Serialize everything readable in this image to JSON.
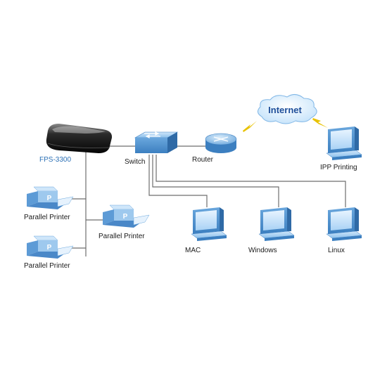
{
  "diagram": {
    "nodes": {
      "print_server": {
        "label": "FPS-3300"
      },
      "switch": {
        "label": "Switch"
      },
      "router": {
        "label": "Router"
      },
      "internet": {
        "label": "Internet"
      },
      "ipp_printing": {
        "label": "IPP Printing"
      },
      "printer_top": {
        "label": "Parallel Printer"
      },
      "printer_middle": {
        "label": "Parallel Printer"
      },
      "printer_bottom": {
        "label": "Parallel Printer"
      },
      "mac": {
        "label": "MAC"
      },
      "windows": {
        "label": "Windows"
      },
      "linux": {
        "label": "Linux"
      }
    },
    "printer_glyph": "P",
    "colors": {
      "device_blue": "#7fb6e6",
      "device_dark": "#3a78b8",
      "cable": "#666666",
      "internet_link": "#e8c200",
      "label_blue": "#2a6fb5"
    }
  }
}
